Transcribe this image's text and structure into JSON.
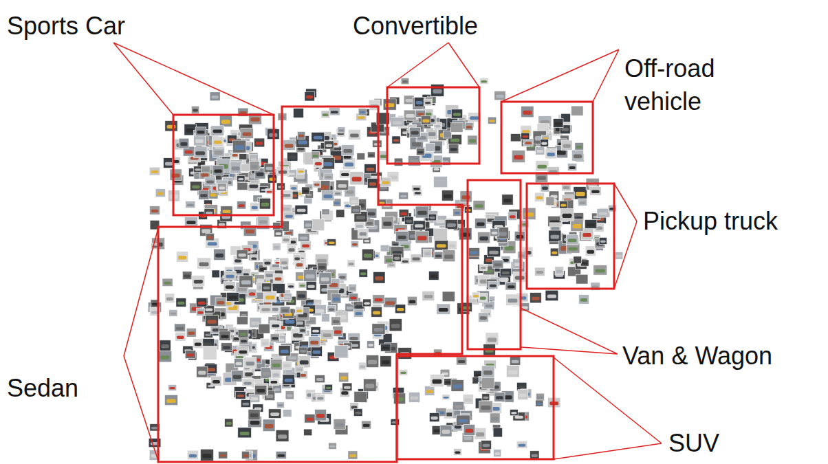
{
  "diagram": {
    "labels": [
      "Sports Car",
      "Convertible",
      "Off-road vehicle",
      "Pickup truck",
      "Van & Wagon",
      "Sedan",
      "SUV"
    ]
  }
}
